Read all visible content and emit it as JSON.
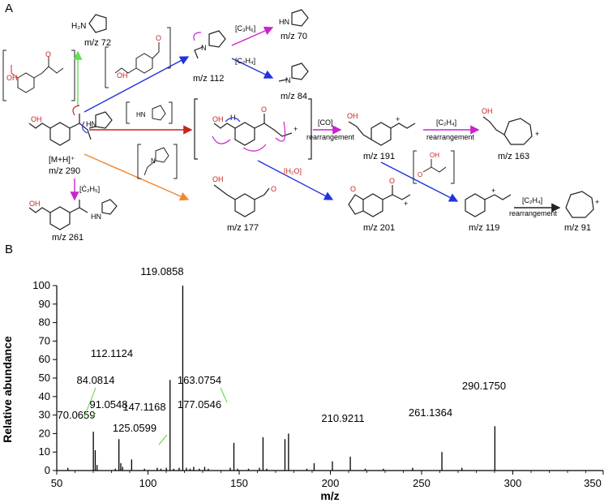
{
  "panel_a": {
    "label": "A",
    "arrow_colors": {
      "green": "#66dd55",
      "blue": "#2233dd",
      "magenta": "#cc22cc",
      "red": "#cc2222",
      "orange": "#ee8833",
      "black": "#222222"
    },
    "labels": {
      "mz72": "m/z 72",
      "mz70": "m/z 70",
      "mz112": "m/z 112",
      "mz84": "m/z 84",
      "mh": "[M+H]⁺",
      "mz290": "m/z 290",
      "mz191": "m/z 191",
      "mz163": "m/z 163",
      "mz177": "m/z 177",
      "mz201": "m/z 201",
      "mz119": "m/z 119",
      "mz91": "m/z 91",
      "mz261": "m/z 261"
    },
    "neutral_losses": {
      "c3h6": "[C₃H₆]",
      "c2h4_top": "[C₂H₄]",
      "co": "[CO]",
      "c2h4_mid": "[C₂H₄]",
      "h2o": "[H₂O]",
      "c2h4_bot": "[C₂H₄]",
      "c2h5": "[Ċ₂H₅]"
    },
    "rearrangement": "rearrangement",
    "atoms": {
      "oh": "OH",
      "o": "O",
      "h": "H",
      "hn": "HN",
      "h2n": "H₂N",
      "n": "N",
      "plus": "+"
    }
  },
  "panel_b": {
    "label": "B"
  },
  "chart_data": {
    "type": "bar",
    "xlabel": "m/z",
    "ylabel": "Relative abundance",
    "xlim": [
      50,
      350
    ],
    "ylim": [
      0,
      100
    ],
    "xticks": [
      50,
      100,
      150,
      200,
      250,
      300,
      350
    ],
    "yticks": [
      0,
      10,
      20,
      30,
      40,
      50,
      60,
      70,
      80,
      90,
      100
    ],
    "peaks": [
      {
        "mz": 56.1,
        "value": 1.5
      },
      {
        "mz": 70.0659,
        "value": 21,
        "label": "70.0659"
      },
      {
        "mz": 71.1,
        "value": 11
      },
      {
        "mz": 72.1,
        "value": 3
      },
      {
        "mz": 82.1,
        "value": 1
      },
      {
        "mz": 84.0814,
        "value": 17,
        "label": "84.0814"
      },
      {
        "mz": 85.1,
        "value": 4
      },
      {
        "mz": 86.1,
        "value": 2
      },
      {
        "mz": 91.0548,
        "value": 6,
        "label": "91.0548"
      },
      {
        "mz": 98.1,
        "value": 1
      },
      {
        "mz": 105.1,
        "value": 1.5
      },
      {
        "mz": 107.1,
        "value": 1
      },
      {
        "mz": 110.1,
        "value": 1.5
      },
      {
        "mz": 112.1124,
        "value": 49,
        "label": "112.1124"
      },
      {
        "mz": 114.1,
        "value": 1
      },
      {
        "mz": 117.1,
        "value": 1.5
      },
      {
        "mz": 119.0858,
        "value": 100,
        "label": "119.0858"
      },
      {
        "mz": 121.1,
        "value": 1.5
      },
      {
        "mz": 123.1,
        "value": 1
      },
      {
        "mz": 125.0599,
        "value": 2,
        "label": "125.0599"
      },
      {
        "mz": 128.1,
        "value": 1
      },
      {
        "mz": 131.1,
        "value": 2
      },
      {
        "mz": 133.1,
        "value": 1
      },
      {
        "mz": 145.1,
        "value": 1.5
      },
      {
        "mz": 147.1168,
        "value": 15,
        "label": "147.1168"
      },
      {
        "mz": 149.1,
        "value": 1
      },
      {
        "mz": 155.1,
        "value": 1
      },
      {
        "mz": 161.1,
        "value": 1.5
      },
      {
        "mz": 163.0754,
        "value": 18,
        "label": "163.0754"
      },
      {
        "mz": 165.1,
        "value": 1
      },
      {
        "mz": 175.1,
        "value": 17
      },
      {
        "mz": 177.0546,
        "value": 20,
        "label": "177.0546"
      },
      {
        "mz": 187.1,
        "value": 1
      },
      {
        "mz": 191.1,
        "value": 4
      },
      {
        "mz": 201.1,
        "value": 5
      },
      {
        "mz": 210.9211,
        "value": 7.5,
        "label": "210.9211"
      },
      {
        "mz": 219.1,
        "value": 1
      },
      {
        "mz": 229.1,
        "value": 1
      },
      {
        "mz": 245.1,
        "value": 1.5
      },
      {
        "mz": 261.1364,
        "value": 10,
        "label": "261.1364"
      },
      {
        "mz": 272.1,
        "value": 1.5
      },
      {
        "mz": 290.175,
        "value": 24,
        "label": "290.1750"
      }
    ]
  }
}
